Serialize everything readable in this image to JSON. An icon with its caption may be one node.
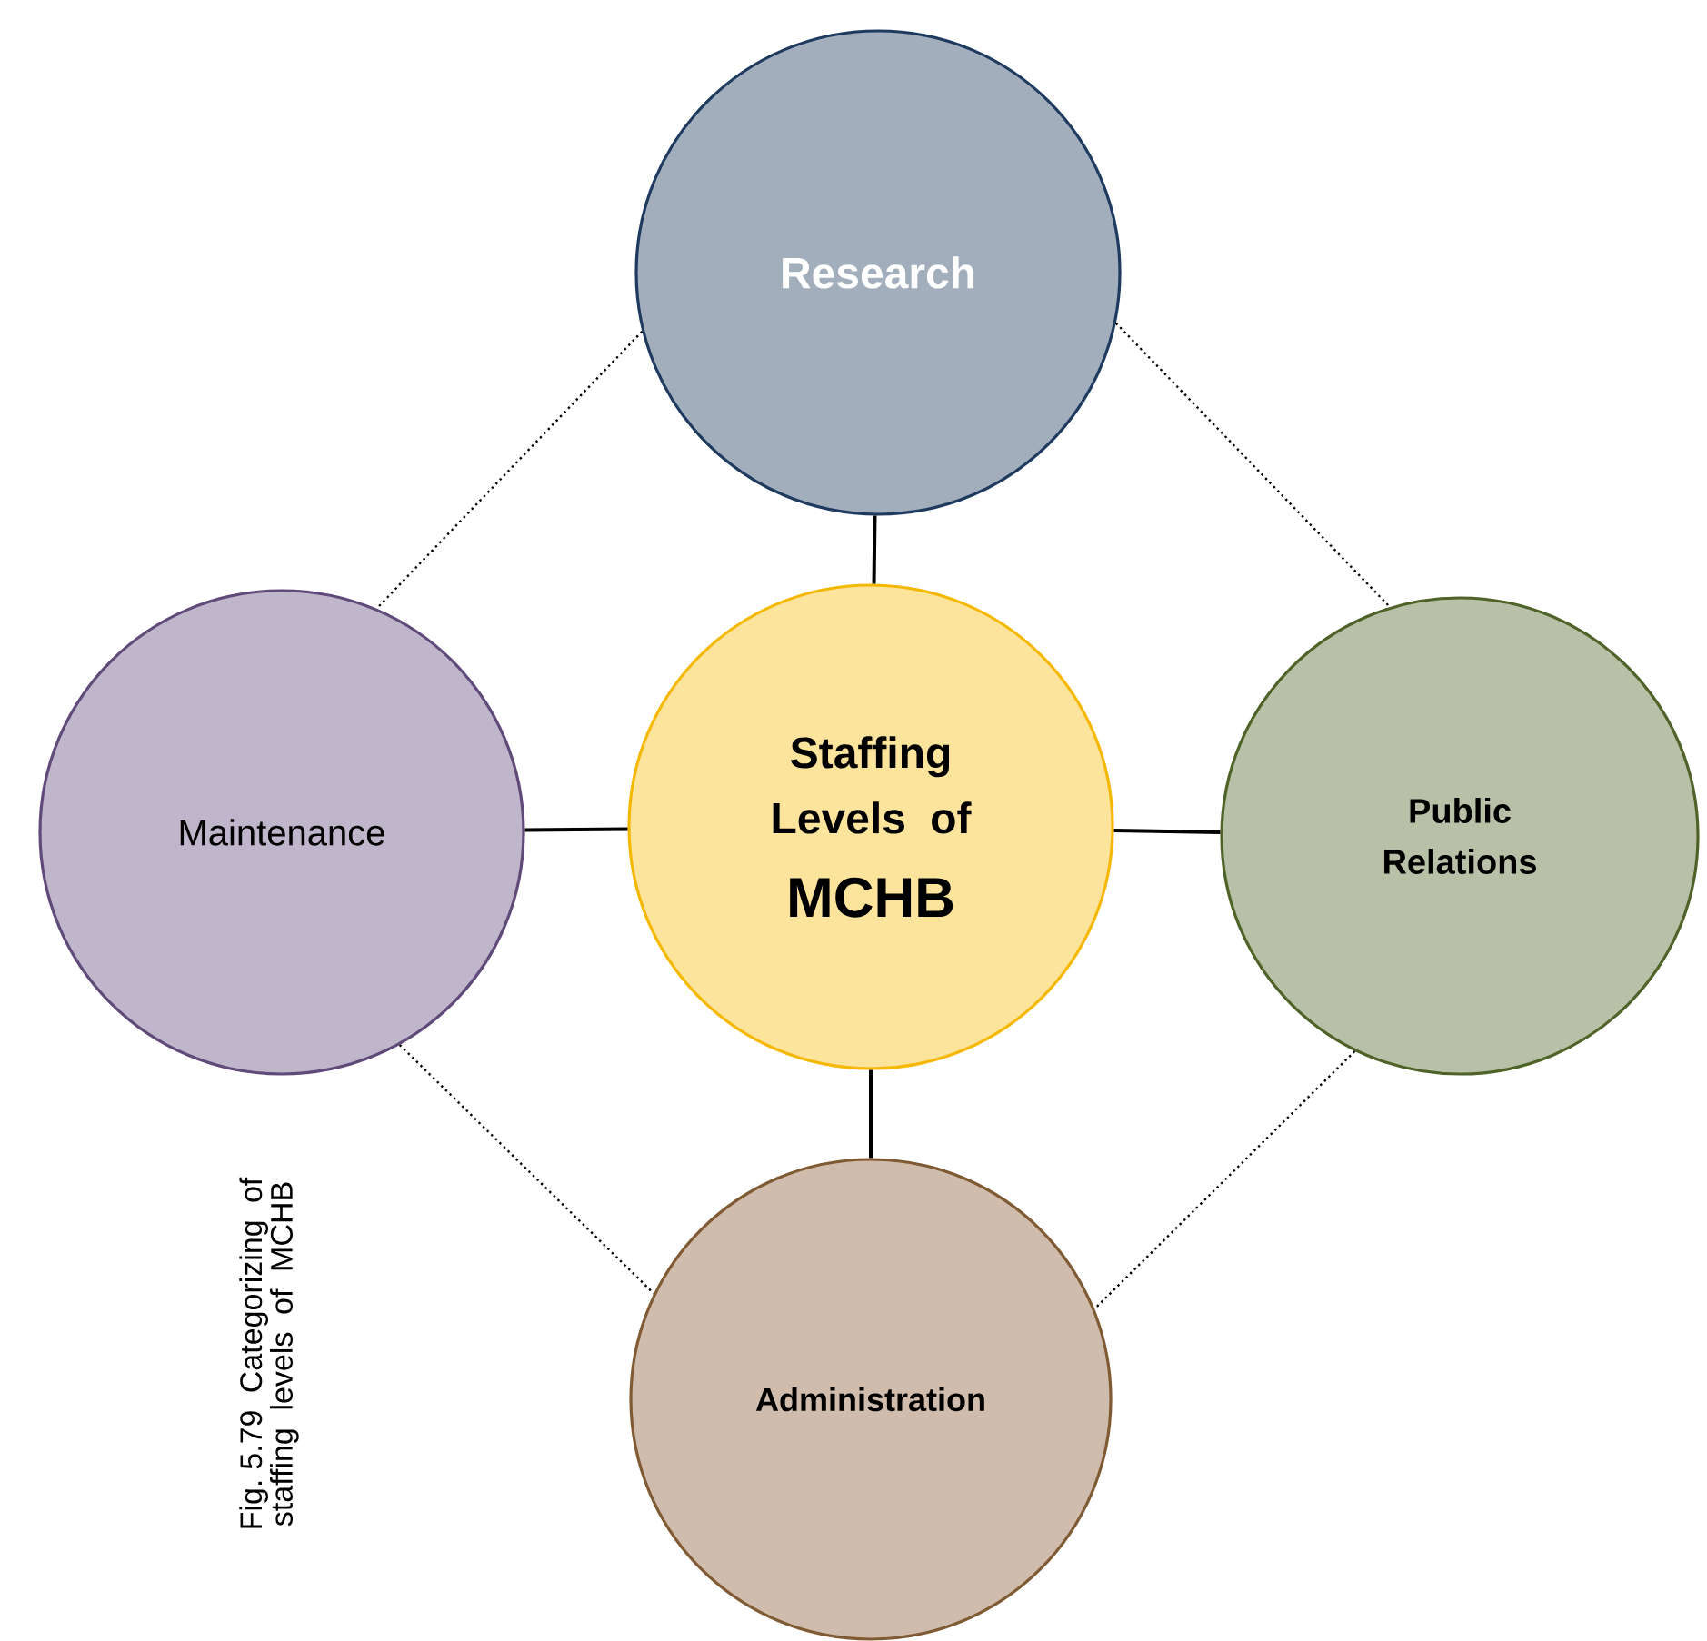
{
  "diagram": {
    "caption": "Fig. 5.79 Categorizing of staffing levels of MCHB",
    "nodes": [
      {
        "text": [
          "Research"
        ]
      },
      {
        "text": [
          "Maintenance"
        ]
      },
      {
        "text": [
          "Staffing Levels of",
          "MCHB"
        ]
      },
      {
        "text": [
          "Public Relations"
        ]
      },
      {
        "text": [
          "Administration"
        ]
      }
    ],
    "edges": [
      {
        "from": 0,
        "to": 2,
        "arrow": "none"
      },
      {
        "from": 1,
        "to": 2,
        "arrow": "none"
      },
      {
        "from": 2,
        "to": 3,
        "arrow": "none"
      },
      {
        "from": 2,
        "to": 4,
        "arrow": "none"
      },
      {
        "from": 0,
        "to": 1,
        "arrow": "none",
        "style": "dashed"
      },
      {
        "from": 0,
        "to": 3,
        "arrow": "none",
        "style": "dashed"
      },
      {
        "from": 1,
        "to": 4,
        "arrow": "none",
        "style": "dashed"
      },
      {
        "from": 3,
        "to": 4,
        "arrow": "none",
        "style": "dashed"
      }
    ]
  }
}
